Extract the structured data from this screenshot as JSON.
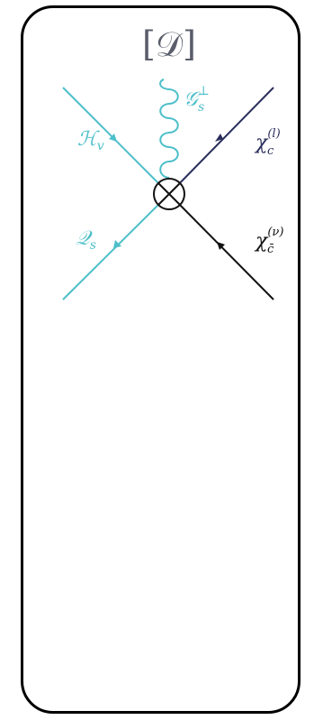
{
  "title": "[𝒟]",
  "labels": {
    "higgs": "ℋ",
    "higgs_sub": "v",
    "gluon": "𝒢",
    "gluon_sub": "s",
    "gluon_sup": "⊥",
    "quark": "𝒬",
    "quark_sub": "s",
    "chi_top": "χ",
    "chi_top_sub": "c",
    "chi_top_sup": "(l)",
    "chi_bottom": "χ",
    "chi_bottom_sub": "c̄",
    "chi_bottom_sup": "(ν)"
  },
  "colors": {
    "cyan": "#4dbfca",
    "navy": "#2b2e5c",
    "black": "#111111",
    "title_gray": "#5a5d6a"
  },
  "icons": {
    "vertex": "circled-times-icon"
  }
}
